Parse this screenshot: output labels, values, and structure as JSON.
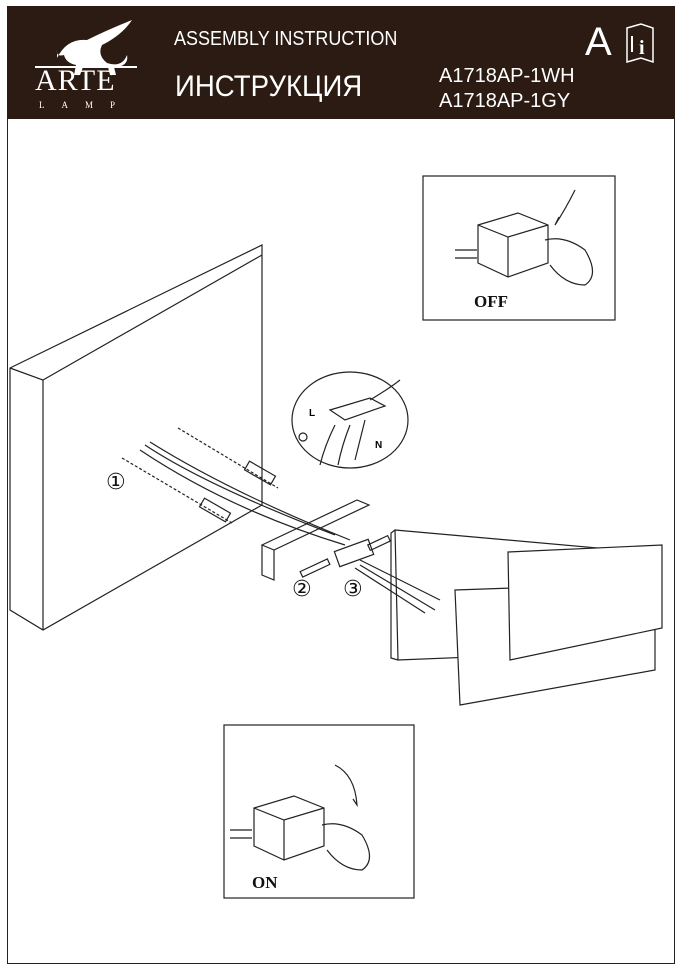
{
  "header": {
    "brand": "ARTE",
    "brand_sub": "LAMP",
    "title_en": "ASSEMBLY INSTRUCTION",
    "title_ru": "ИНСТРУКЦИЯ",
    "models": [
      "A1718AP-1WH",
      "A1718AP-1GY"
    ],
    "language": "A",
    "info_icon": "info-book-icon"
  },
  "diagram": {
    "switch_off_label": "OFF",
    "switch_on_label": "ON",
    "steps": [
      "①",
      "②",
      "③"
    ],
    "wire_labels": {
      "live": "L",
      "neutral": "N"
    }
  },
  "colors": {
    "header_bg": "#2b1b12",
    "line": "#222222"
  }
}
